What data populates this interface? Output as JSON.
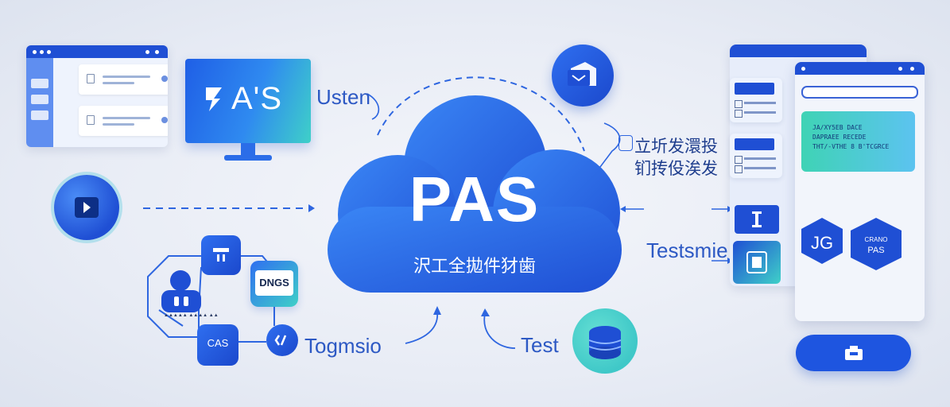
{
  "cloud": {
    "title": "PAS",
    "subtitle": "沢工全拋件犲歯"
  },
  "monitor": {
    "text": "A'S"
  },
  "labels": {
    "users": "Usten",
    "chinese_line1": "立圻发澴投",
    "chinese_line2": "钔抟伇涘发",
    "testsmie": "Testsmie",
    "togmsio": "Togmsio",
    "test": "Test"
  },
  "tiles": {
    "dngs": "DNGS",
    "cas": "CAS",
    "org_caption": "▲▲▲▲▲ ▲▲▲▲ ▲▲"
  },
  "phone": {
    "green_line1": "JA/XY5EB DACE",
    "green_line2": "DAPRAEE RECEDE",
    "green_line3": "THT/-VTHE 8 B'TCGRCE",
    "hex1": "JG",
    "hex2_line1": "CRANO",
    "hex2_line2": "PAS"
  },
  "back_phone": {
    "tag1": "▲▲▲▲▲",
    "tag2": "▲▲▲▲▲",
    "tag3": "▲▲▲▲"
  },
  "colors": {
    "primary": "#1f4fd4",
    "accent": "#3fd0c8",
    "label": "#2d59c4"
  }
}
